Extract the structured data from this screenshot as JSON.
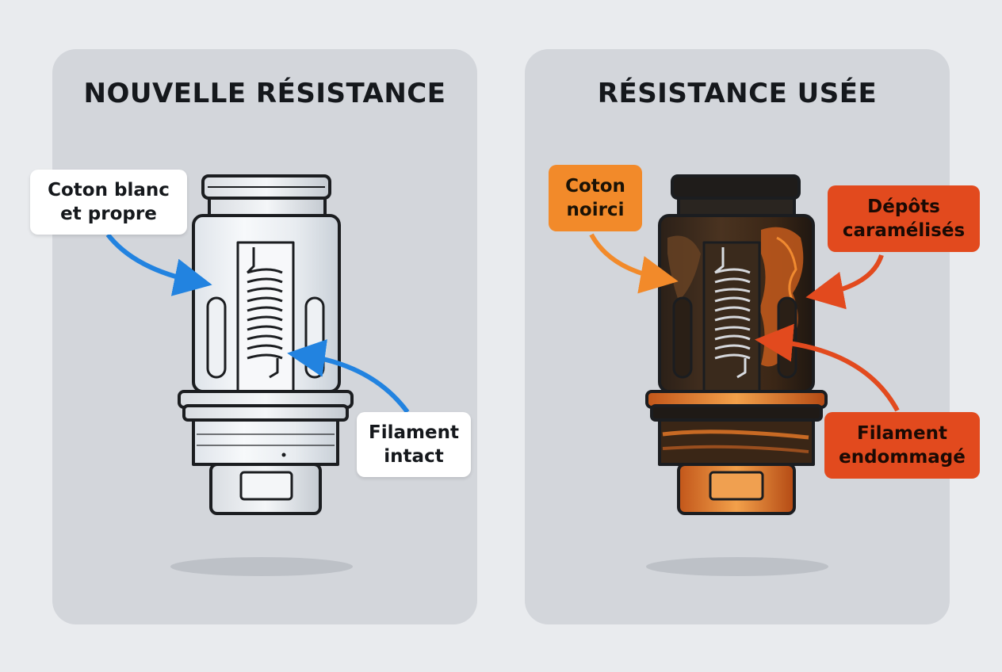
{
  "panels": {
    "new": {
      "title": "NOUVELLE RÉSISTANCE",
      "labels": {
        "cotton": [
          "Coton blanc",
          "et propre"
        ],
        "filament": [
          "Filament",
          "intact"
        ]
      }
    },
    "used": {
      "title": "RÉSISTANCE USÉE",
      "labels": {
        "cotton": [
          "Coton",
          "noirci"
        ],
        "deposits": [
          "Dépôts",
          "caramélisés"
        ],
        "filament": [
          "Filament",
          "endommagé"
        ]
      }
    }
  },
  "colors": {
    "background": "#e9ebee",
    "panel": "#d3d6db",
    "arrow_new": "#2283e0",
    "callout_orange": "#f28a2a",
    "callout_red": "#e24a1e",
    "outline": "#1b1d20"
  }
}
